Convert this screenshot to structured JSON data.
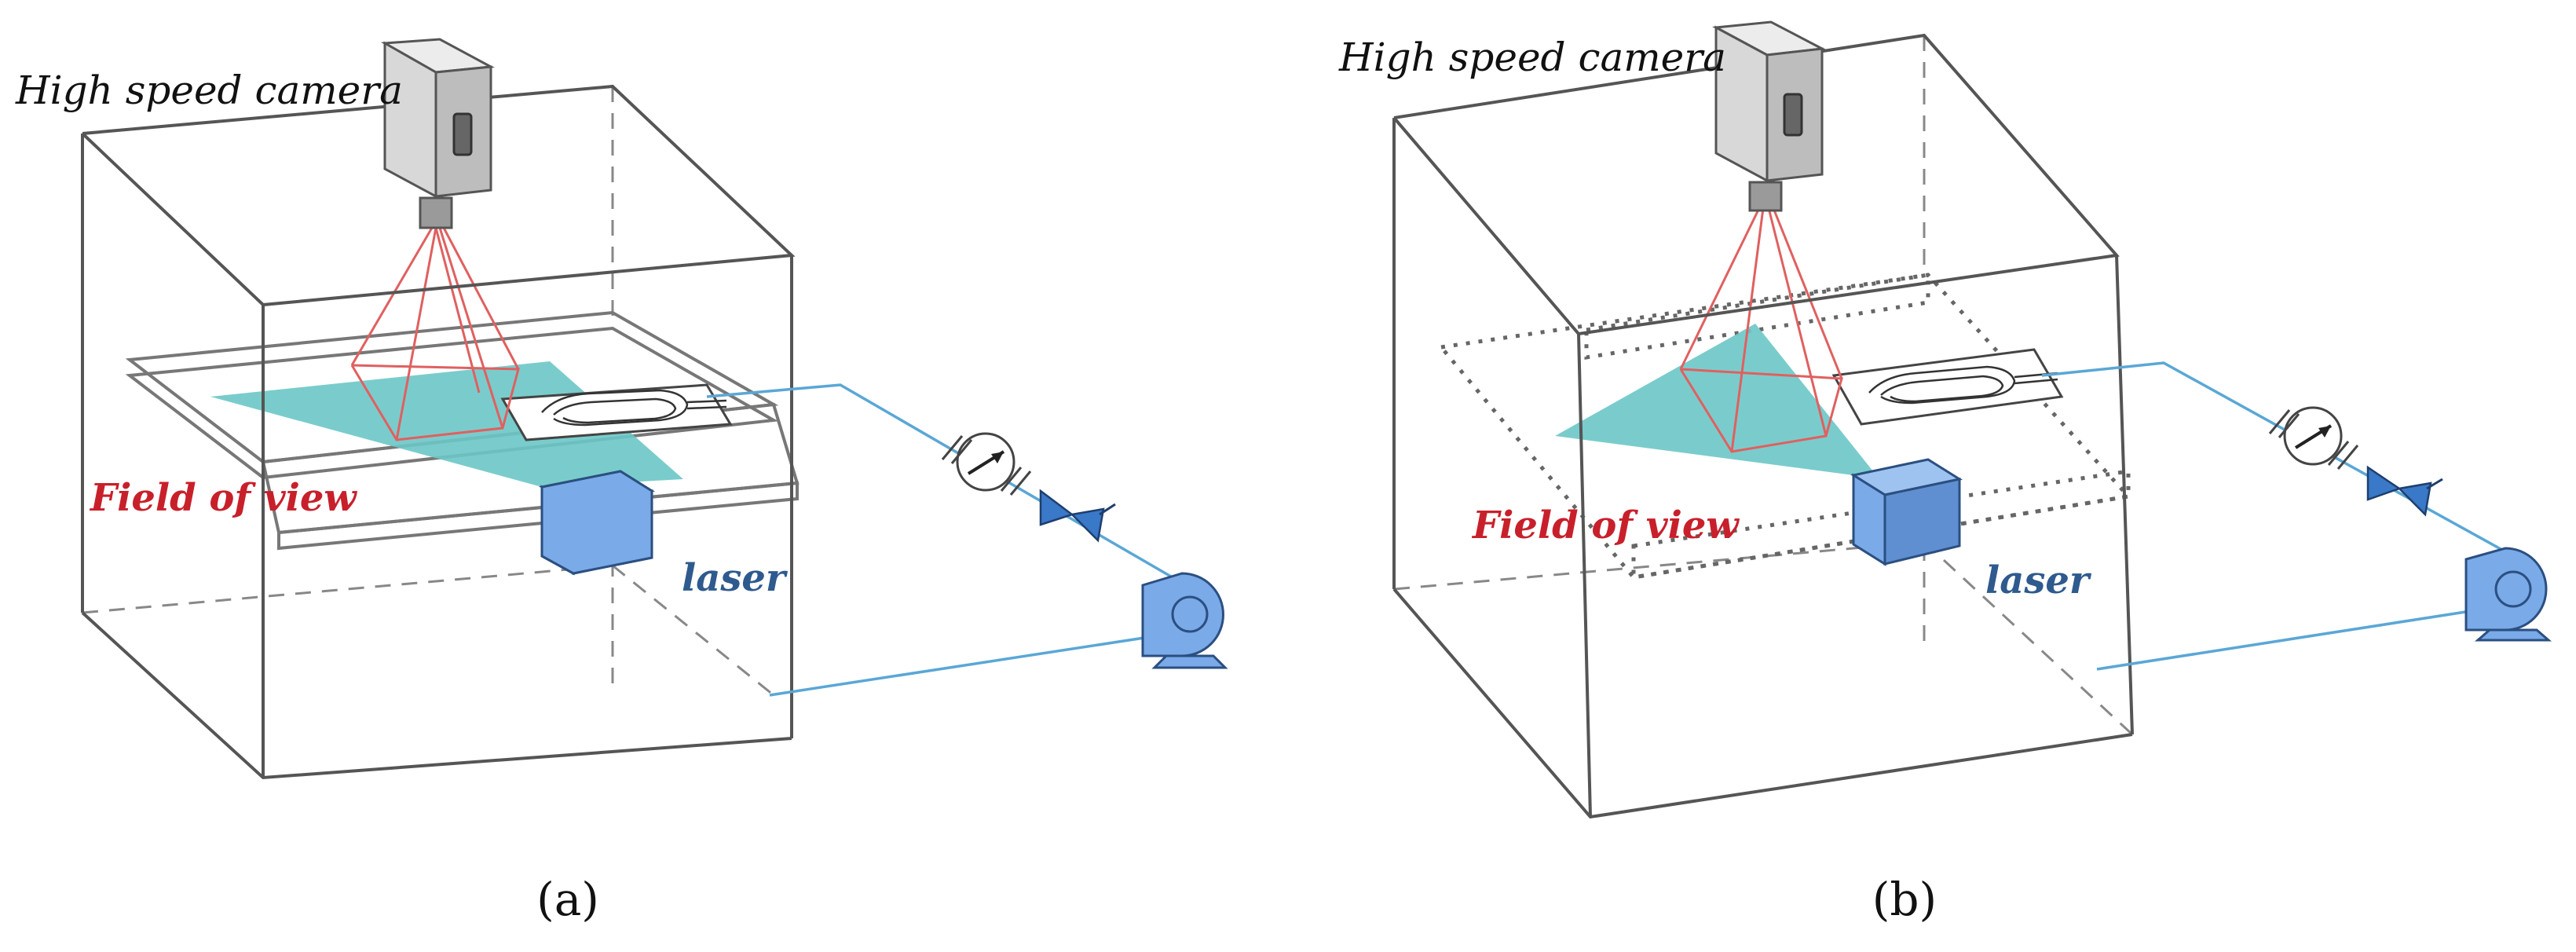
{
  "panels": [
    {
      "id": "a",
      "camera_label": "High speed camera",
      "fov_label": "Field of view",
      "laser_label": "laser",
      "caption": "(a)"
    },
    {
      "id": "b",
      "camera_label": "High speed camera",
      "fov_label": "Field of view",
      "laser_label": "laser",
      "caption": "(b)"
    }
  ],
  "colors": {
    "fov_label": "#c8202b",
    "laser_label": "#2e5a8e",
    "light_sheet": "#6cc7c7",
    "laser_body": "#7aaae8",
    "camera_body": "#d8d8d8",
    "camera_rays": "#e06060",
    "pipe": "#5aa7d6"
  },
  "icons": {
    "camera": "camera-icon",
    "laser": "laser-icon",
    "pump": "pump-icon",
    "valve": "valve-icon",
    "flowmeter": "flowmeter-icon"
  }
}
